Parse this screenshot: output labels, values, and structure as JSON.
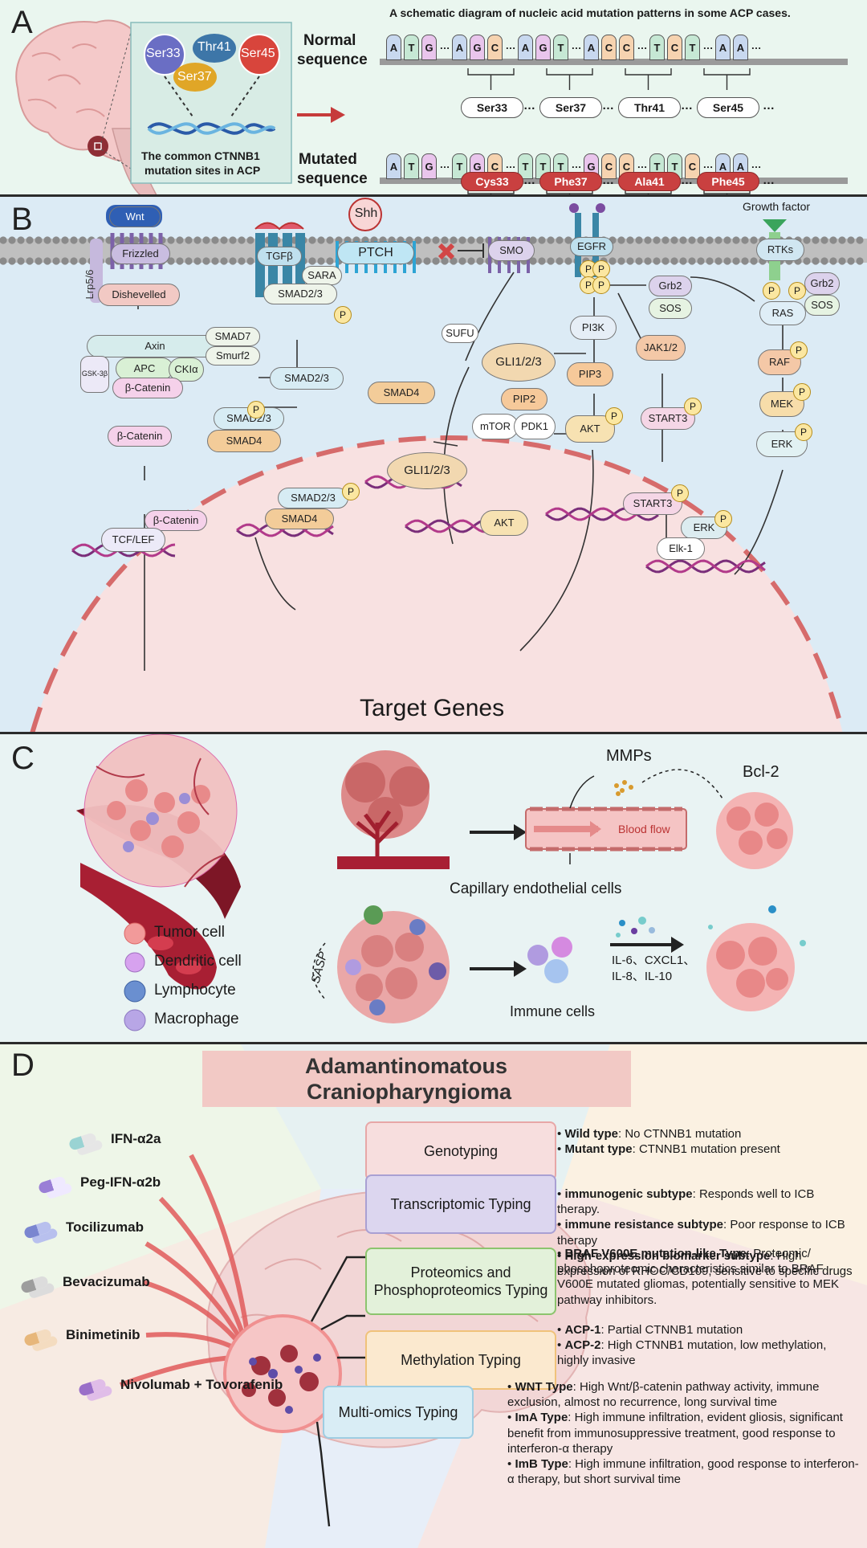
{
  "panel_a": {
    "letter": "A",
    "caption": "A schematic diagram of nucleic acid mutation patterns in some ACP cases.",
    "inset_residues": [
      "Ser33",
      "Thr41",
      "Ser45",
      "Ser37"
    ],
    "inset_caption_1": "The common CTNNB1",
    "inset_caption_2": "mutation sites in ACP",
    "normal_label_1": "Normal",
    "normal_label_2": "sequence",
    "mutated_label_1": "Mutated",
    "mutated_label_2": "sequence",
    "normal_bases": [
      "A",
      "T",
      "G",
      "…",
      "A",
      "G",
      "C",
      "…",
      "A",
      "G",
      "T",
      "…",
      "A",
      "C",
      "C",
      "…",
      "T",
      "C",
      "T",
      "…",
      "A",
      "A",
      "…"
    ],
    "mutated_bases": [
      "A",
      "T",
      "G",
      "…",
      "T",
      "G",
      "C",
      "…",
      "T",
      "T",
      "T",
      "…",
      "G",
      "C",
      "C",
      "…",
      "T",
      "T",
      "C",
      "…",
      "A",
      "A",
      "…"
    ],
    "normal_aa": [
      "Ser33",
      "Ser37",
      "Thr41",
      "Ser45"
    ],
    "mutated_aa": [
      "Cys33",
      "Phe37",
      "Ala41",
      "Phe45"
    ],
    "dots": "…",
    "colors": {
      "A": "#c8d8ef",
      "T": "#c6e8d4",
      "G": "#e9c5ec",
      "C": "#f6d3b0",
      "mutated_aa": "#c94040",
      "panel_bg": "#eaf6ef"
    }
  },
  "panel_b": {
    "letter": "B",
    "wnt": {
      "wnt": "Wnt",
      "lrp": "Lrp5/6",
      "frizzled": "Frizzled",
      "dishevelled": "Dishevelled",
      "axin": "Axin",
      "gsk": "GSK-3β",
      "apc": "APC",
      "cki": "CKIα",
      "bcat1": "β-Catenin",
      "bcat2": "β-Catenin",
      "bcat3": "β-Catenin",
      "tcf": "TCF/LEF"
    },
    "tgf": {
      "receptor": "TGFβ",
      "sara": "SARA",
      "smad23a": "SMAD2/3",
      "smad7": "SMAD7",
      "smurf2": "Smurf2",
      "smad23b": "SMAD2/3",
      "smad4a": "SMAD4",
      "smad23c": "SMAD2/3",
      "smad4b": "SMAD4",
      "smad23d": "SMAD2/3",
      "smad4c": "SMAD4"
    },
    "hh": {
      "shh": "Shh",
      "ptch": "PTCH",
      "smo": "SMO",
      "sufu": "SUFU",
      "gli_a": "GLI1/2/3",
      "gli_b": "GLI1/2/3"
    },
    "egfr": {
      "egfr": "EGFR",
      "grb2": "Grb2",
      "sos": "SOS",
      "pi3k": "PI3K",
      "pip2": "PIP2",
      "pip3": "PIP3",
      "mtor": "mTOR",
      "pdk1": "PDK1",
      "akt1": "AKT",
      "akt2": "AKT",
      "jak": "JAK1/2",
      "stat1": "START3",
      "stat2": "START3"
    },
    "rtk": {
      "growth_factor": "Growth factor",
      "rtks": "RTKs",
      "grb2": "Grb2",
      "sos": "SOS",
      "ras": "RAS",
      "raf": "RAF",
      "mek": "MEK",
      "erk1": "ERK",
      "erk2": "ERK",
      "elk": "Elk-1"
    },
    "p": "P",
    "target_genes": "Target Genes",
    "colors": {
      "bg": "#dcebf5",
      "nucleus": "#f8e1e1",
      "membrane": "#8a8a8a"
    }
  },
  "panel_c": {
    "letter": "C",
    "mmps": "MMPs",
    "bcl2": "Bcl-2",
    "blood_flow": "Blood flow",
    "capillary": "Capillary endothelial cells",
    "sasp": "SASP",
    "immune_cells": "Immune cells",
    "cytokines_1": "IL-6、CXCL1、",
    "cytokines_2": "IL-8、IL-10",
    "legend": [
      "Tumor cell",
      "Dendritic cell",
      "Lymphocyte",
      "Macrophage"
    ],
    "colors": {
      "bg": "#e9f3f3"
    }
  },
  "panel_d": {
    "letter": "D",
    "title_1": "Adamantinomatous",
    "title_2": "Craniopharyngioma",
    "drugs": [
      "IFN-α2a",
      "Peg-IFN-α2b",
      "Tocilizumab",
      "Bevacizumab",
      "Binimetinib",
      "Nivolumab + Tovorafenib"
    ],
    "typings": [
      {
        "label": "Genotyping",
        "lines": [
          {
            "bold": "Wild type",
            "rest": ": No CTNNB1 mutation"
          },
          {
            "bold": "Mutant type",
            "rest": ": CTNNB1 mutation present"
          }
        ]
      },
      {
        "label": "Transcriptomic Typing",
        "lines": [
          {
            "bold": "immunogenic subtype",
            "rest": ": Responds well to ICB therapy."
          },
          {
            "bold": "immune resistance subtype",
            "rest": ": Poor response to ICB therapy"
          },
          {
            "bold": "High-expression biomarker subtype",
            "rest": ": High expression of RHOC/CD109, sensitive to specific drugs"
          }
        ]
      },
      {
        "label": "Proteomics and Phosphoproteomics Typing",
        "lines": [
          {
            "bold": "BRAF V600E mutation-like Type",
            "rest": ": Proteomic/ phosphoproteomic characteristics similar to BRAF V600E mutated gliomas, potentially sensitive to MEK pathway inhibitors."
          }
        ]
      },
      {
        "label": "Methylation Typing",
        "lines": [
          {
            "bold": "ACP-1",
            "rest": ": Partial CTNNB1 mutation"
          },
          {
            "bold": "ACP-2",
            "rest": ": High CTNNB1 mutation, low methylation, highly invasive"
          }
        ]
      },
      {
        "label": "Multi-omics Typing",
        "lines": [
          {
            "bold": "WNT Type",
            "rest": ": High Wnt/β-catenin pathway activity, immune exclusion, almost no recurrence, long survival time"
          },
          {
            "bold": "ImA Type",
            "rest": ": High immune infiltration, evident gliosis, significant benefit from immunosuppressive treatment, good response to interferon-α therapy"
          },
          {
            "bold": "ImB Type",
            "rest": ": High immune infiltration, good response to interferon-α therapy, but short survival time"
          }
        ]
      }
    ],
    "bullet": "•",
    "colors": {
      "title_bg": "#f2c9c5",
      "genotyping": "#f7dede",
      "transcriptomic": "#dcd6ef",
      "proteomic": "#e3f1da",
      "methylation": "#fbe9cf",
      "multiomics": "#d9edf5"
    }
  }
}
